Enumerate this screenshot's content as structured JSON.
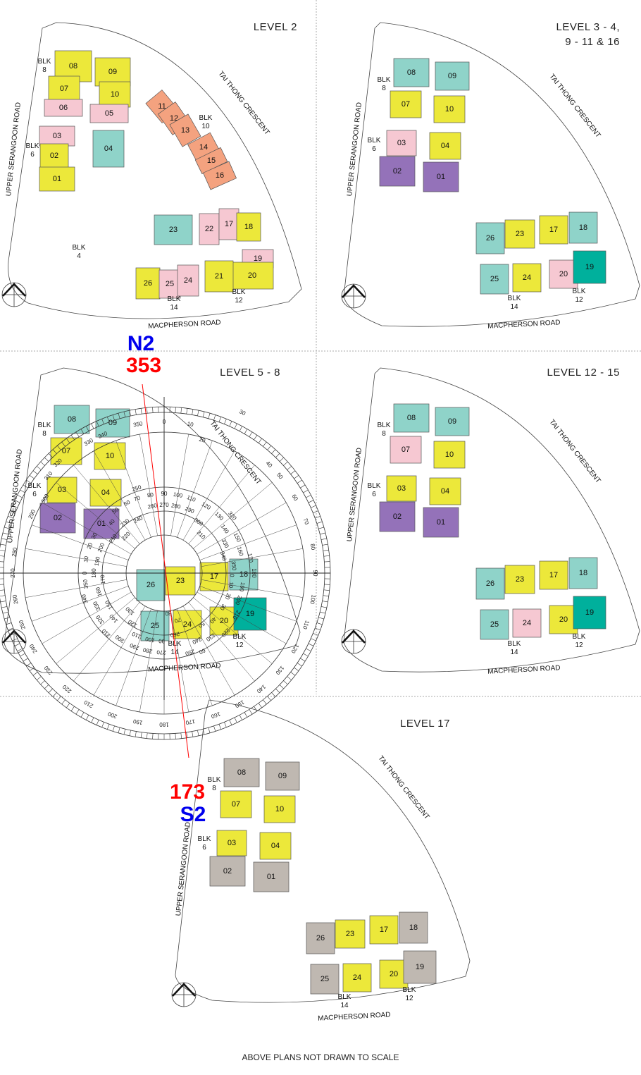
{
  "colors": {
    "yellow": "#ece83a",
    "pink": "#f6c8d2",
    "teal": "#8fd3c9",
    "orange": "#f4a27f",
    "purple": "#9472b9",
    "darkteal": "#00b09c",
    "gray": "#bfb8b1",
    "red": "#ff0000",
    "blue": "#0000ee"
  },
  "roads": {
    "upper_serangoon": "UPPER SERANGOON ROAD",
    "tai_thong": "TAI THONG CRESCENT",
    "macpherson": "MACPHERSON ROAD"
  },
  "plans": [
    {
      "id": "level-2",
      "title": [
        "LEVEL 2"
      ],
      "blocks": [
        [
          "BLK",
          "8"
        ],
        [
          "BLK",
          "6"
        ],
        [
          "BLK",
          "10"
        ],
        [
          "BLK",
          "4"
        ],
        [
          "BLK",
          "14"
        ],
        [
          "BLK",
          "12"
        ]
      ],
      "units": [
        {
          "no": "08",
          "c": "yellow"
        },
        {
          "no": "09",
          "c": "yellow"
        },
        {
          "no": "07",
          "c": "yellow"
        },
        {
          "no": "10",
          "c": "yellow"
        },
        {
          "no": "06",
          "c": "pink"
        },
        {
          "no": "05",
          "c": "pink"
        },
        {
          "no": "03",
          "c": "pink"
        },
        {
          "no": "04",
          "c": "teal"
        },
        {
          "no": "02",
          "c": "yellow"
        },
        {
          "no": "01",
          "c": "yellow"
        },
        {
          "no": "11",
          "c": "orange"
        },
        {
          "no": "12",
          "c": "orange"
        },
        {
          "no": "13",
          "c": "orange"
        },
        {
          "no": "14",
          "c": "orange"
        },
        {
          "no": "15",
          "c": "orange"
        },
        {
          "no": "16",
          "c": "orange"
        },
        {
          "no": "23",
          "c": "teal"
        },
        {
          "no": "22",
          "c": "pink"
        },
        {
          "no": "17",
          "c": "pink"
        },
        {
          "no": "18",
          "c": "yellow"
        },
        {
          "no": "19",
          "c": "pink"
        },
        {
          "no": "20",
          "c": "yellow"
        },
        {
          "no": "21",
          "c": "yellow"
        },
        {
          "no": "26",
          "c": "yellow"
        },
        {
          "no": "25",
          "c": "pink"
        },
        {
          "no": "24",
          "c": "pink"
        }
      ]
    },
    {
      "id": "level-3-4",
      "title": [
        "LEVEL 3 - 4,",
        "9 - 11 & 16"
      ],
      "blocks": [
        [
          "BLK",
          "8"
        ],
        [
          "BLK",
          "6"
        ],
        [
          "BLK",
          "14"
        ],
        [
          "BLK",
          "12"
        ]
      ],
      "units": [
        {
          "no": "08",
          "c": "teal"
        },
        {
          "no": "09",
          "c": "teal"
        },
        {
          "no": "07",
          "c": "yellow"
        },
        {
          "no": "10",
          "c": "yellow"
        },
        {
          "no": "03",
          "c": "pink"
        },
        {
          "no": "04",
          "c": "yellow"
        },
        {
          "no": "02",
          "c": "purple"
        },
        {
          "no": "01",
          "c": "purple"
        },
        {
          "no": "26",
          "c": "teal"
        },
        {
          "no": "23",
          "c": "yellow"
        },
        {
          "no": "25",
          "c": "teal"
        },
        {
          "no": "24",
          "c": "yellow"
        },
        {
          "no": "17",
          "c": "yellow"
        },
        {
          "no": "18",
          "c": "teal"
        },
        {
          "no": "20",
          "c": "pink"
        },
        {
          "no": "19",
          "c": "darkteal"
        }
      ]
    },
    {
      "id": "level-5-8",
      "title": [
        "LEVEL 5 - 8"
      ],
      "blocks": [
        [
          "BLK",
          "8"
        ],
        [
          "BLK",
          "6"
        ],
        [
          "BLK",
          "14"
        ],
        [
          "BLK",
          "12"
        ]
      ],
      "units": [
        {
          "no": "08",
          "c": "teal"
        },
        {
          "no": "09",
          "c": "teal"
        },
        {
          "no": "07",
          "c": "yellow"
        },
        {
          "no": "10",
          "c": "yellow"
        },
        {
          "no": "03",
          "c": "yellow"
        },
        {
          "no": "04",
          "c": "yellow"
        },
        {
          "no": "02",
          "c": "purple"
        },
        {
          "no": "01",
          "c": "purple"
        },
        {
          "no": "26",
          "c": "teal"
        },
        {
          "no": "23",
          "c": "yellow"
        },
        {
          "no": "25",
          "c": "teal"
        },
        {
          "no": "24",
          "c": "yellow"
        },
        {
          "no": "17",
          "c": "yellow"
        },
        {
          "no": "18",
          "c": "teal"
        },
        {
          "no": "20",
          "c": "yellow"
        },
        {
          "no": "19",
          "c": "darkteal"
        }
      ]
    },
    {
      "id": "level-12-15",
      "title": [
        "LEVEL 12 - 15"
      ],
      "blocks": [
        [
          "BLK",
          "8"
        ],
        [
          "BLK",
          "6"
        ],
        [
          "BLK",
          "14"
        ],
        [
          "BLK",
          "12"
        ]
      ],
      "units": [
        {
          "no": "08",
          "c": "teal"
        },
        {
          "no": "09",
          "c": "teal"
        },
        {
          "no": "07",
          "c": "pink"
        },
        {
          "no": "10",
          "c": "yellow"
        },
        {
          "no": "03",
          "c": "yellow"
        },
        {
          "no": "04",
          "c": "yellow"
        },
        {
          "no": "02",
          "c": "purple"
        },
        {
          "no": "01",
          "c": "purple"
        },
        {
          "no": "26",
          "c": "teal"
        },
        {
          "no": "23",
          "c": "yellow"
        },
        {
          "no": "25",
          "c": "teal"
        },
        {
          "no": "24",
          "c": "pink"
        },
        {
          "no": "17",
          "c": "yellow"
        },
        {
          "no": "18",
          "c": "teal"
        },
        {
          "no": "20",
          "c": "yellow"
        },
        {
          "no": "19",
          "c": "darkteal"
        }
      ]
    },
    {
      "id": "level-17",
      "title": [
        "LEVEL 17"
      ],
      "blocks": [
        [
          "BLK",
          "8"
        ],
        [
          "BLK",
          "6"
        ],
        [
          "BLK",
          "14"
        ],
        [
          "BLK",
          "12"
        ]
      ],
      "units": [
        {
          "no": "08",
          "c": "gray"
        },
        {
          "no": "09",
          "c": "gray"
        },
        {
          "no": "07",
          "c": "yellow"
        },
        {
          "no": "10",
          "c": "yellow"
        },
        {
          "no": "03",
          "c": "yellow"
        },
        {
          "no": "04",
          "c": "yellow"
        },
        {
          "no": "02",
          "c": "gray"
        },
        {
          "no": "01",
          "c": "gray"
        },
        {
          "no": "26",
          "c": "gray"
        },
        {
          "no": "23",
          "c": "yellow"
        },
        {
          "no": "25",
          "c": "gray"
        },
        {
          "no": "24",
          "c": "yellow"
        },
        {
          "no": "17",
          "c": "yellow"
        },
        {
          "no": "18",
          "c": "gray"
        },
        {
          "no": "20",
          "c": "yellow"
        },
        {
          "no": "19",
          "c": "gray"
        }
      ]
    }
  ],
  "compass": {
    "outer_degrees": [
      0,
      10,
      20,
      30,
      40,
      50,
      60,
      70,
      80,
      90,
      100,
      110,
      120,
      130,
      140,
      150,
      160,
      170,
      180,
      190,
      200,
      210,
      220,
      230,
      240,
      250,
      260,
      270,
      280,
      290,
      300,
      310,
      320,
      330,
      340,
      350
    ],
    "ring_a_degrees": [
      90,
      100,
      110,
      120,
      130,
      140,
      150,
      160,
      170,
      180,
      190,
      200,
      210,
      220,
      230,
      240,
      250,
      260,
      270,
      280,
      290,
      300,
      310,
      320,
      330,
      340,
      350,
      0,
      10,
      20,
      30,
      40,
      50,
      60,
      70,
      80
    ],
    "ring_b_degrees": [
      270,
      280,
      290,
      300,
      310,
      320,
      330,
      340,
      350,
      0,
      10,
      20,
      30,
      40,
      50,
      60,
      70,
      80,
      90,
      100,
      110,
      120,
      130,
      140,
      150,
      160,
      170,
      180,
      190,
      200,
      210,
      220,
      230,
      240,
      250,
      260
    ],
    "bearing_deg": 353
  },
  "bearing": {
    "north_label": "N2",
    "north_deg": "353",
    "south_deg": "173",
    "south_label": "S2"
  },
  "footer": "ABOVE PLANS NOT DRAWN TO SCALE"
}
